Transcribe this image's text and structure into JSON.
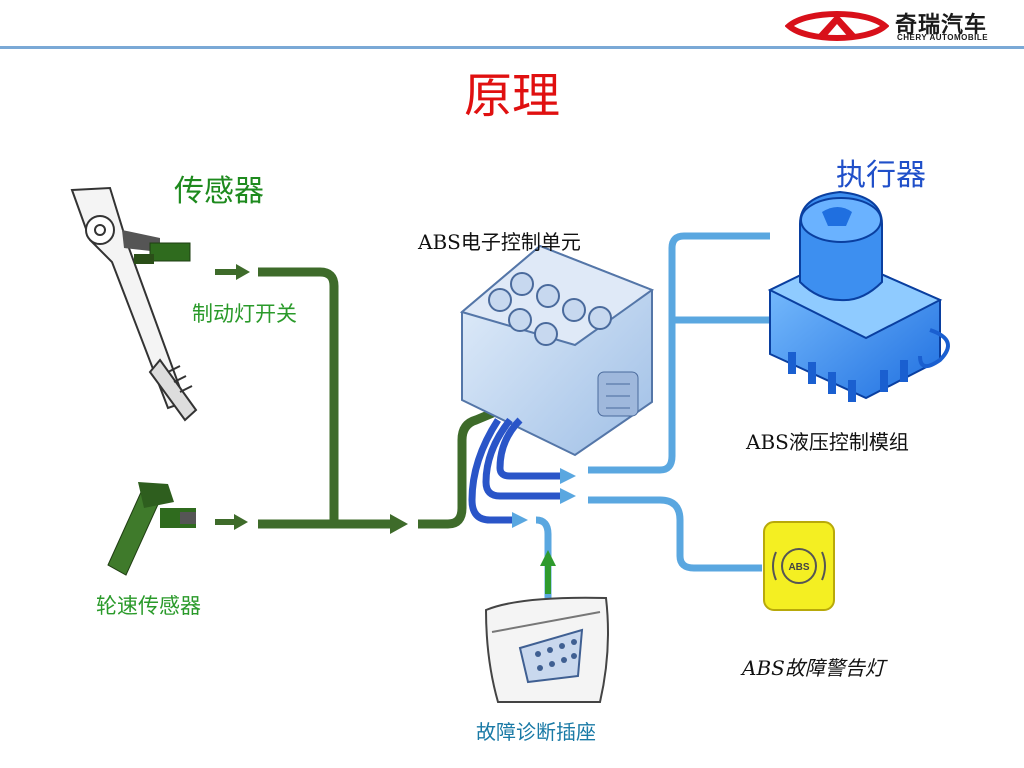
{
  "header": {
    "brand_cn": "奇瑞汽车",
    "brand_en": "CHERY AUTOMOBILE",
    "title": "原理"
  },
  "diagram": {
    "sensor_heading": "传感器",
    "actuator_heading": "执行器",
    "brake_switch_label": "制动灯开关",
    "wheel_speed_label": "轮速传感器",
    "ecu_label": "ABS电子控制单元",
    "hydraulic_label": "ABS液压控制模组",
    "warning_lamp_label": "ABS故障警告灯",
    "diag_socket_label": "故障诊断插座",
    "warning_lamp_text": "ABS"
  },
  "colors": {
    "title_red": "#e01010",
    "green_line": "#3e6b2a",
    "blue_line": "#5aa7e0",
    "dark_blue_line": "#2a55c8",
    "sensor_green": "#1e8a1e",
    "actuator_blue": "#1f4fc9",
    "lamp_yellow": "#f4ef22",
    "brand_red": "#d8101a"
  },
  "icons": [
    "chery-logo-icon",
    "brake-pedal-icon",
    "wheel-speed-sensor-icon",
    "abs-ecu-icon",
    "hydraulic-module-icon",
    "warning-lamp-icon",
    "diagnostic-socket-icon"
  ]
}
